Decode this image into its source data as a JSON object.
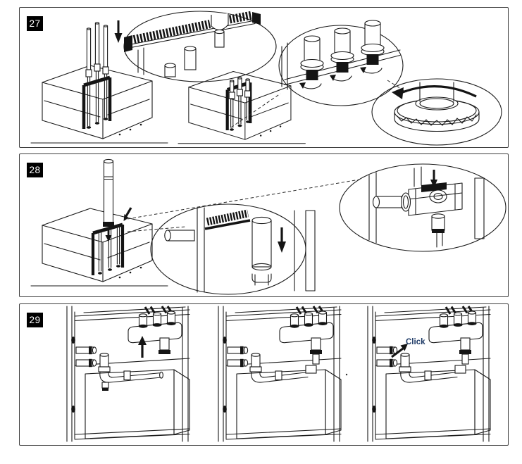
{
  "panels": [
    {
      "number": "27"
    },
    {
      "number": "28"
    },
    {
      "number": "29",
      "click_label": "Click"
    }
  ],
  "colors": {
    "background": "#ffffff",
    "line": "#1a1a1a",
    "panel_border": "#3f3f3f",
    "badge_background": "#000000",
    "badge_text": "#ffffff",
    "click_text": "#1e3a66"
  },
  "icons": {
    "insert": "down-arrow-icon",
    "tighten": "rotate-arrow-icon",
    "attach": "up-arrow-icon",
    "snap": "angled-arrow-icon"
  }
}
